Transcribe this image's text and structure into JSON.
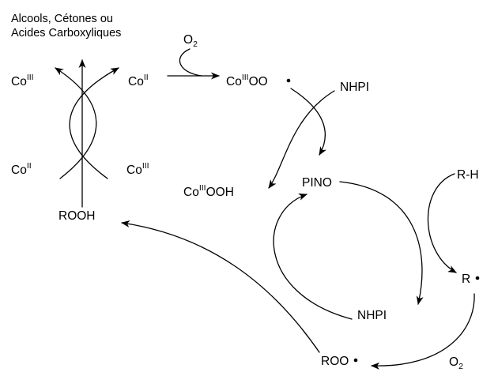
{
  "header": {
    "line1": "Alcools, Cétones ou",
    "line2": "Acides Carboxyliques"
  },
  "species": {
    "o2": {
      "base": "O",
      "sub": "2"
    },
    "co_top_left": {
      "base": "Co",
      "sup": "III"
    },
    "co_top_mid": {
      "base": "Co",
      "sup": "II"
    },
    "co_peroxy": {
      "base": "Co",
      "sup": "III",
      "tail": "OO"
    },
    "nhpi_top": "NHPI",
    "co_bot_left": {
      "base": "Co",
      "sup": "II"
    },
    "co_bot_mid": {
      "base": "Co",
      "sup": "III"
    },
    "co_hydroperoxide": {
      "base": "Co",
      "sup": "III",
      "tail": "OOH"
    },
    "pino": "PINO",
    "rh": "R-H",
    "rooh": "ROOH",
    "r_radical": "R",
    "nhpi_bottom": "NHPI",
    "roo_radical": "ROO",
    "o2_bottom": {
      "base": "O",
      "sub": "2"
    }
  }
}
